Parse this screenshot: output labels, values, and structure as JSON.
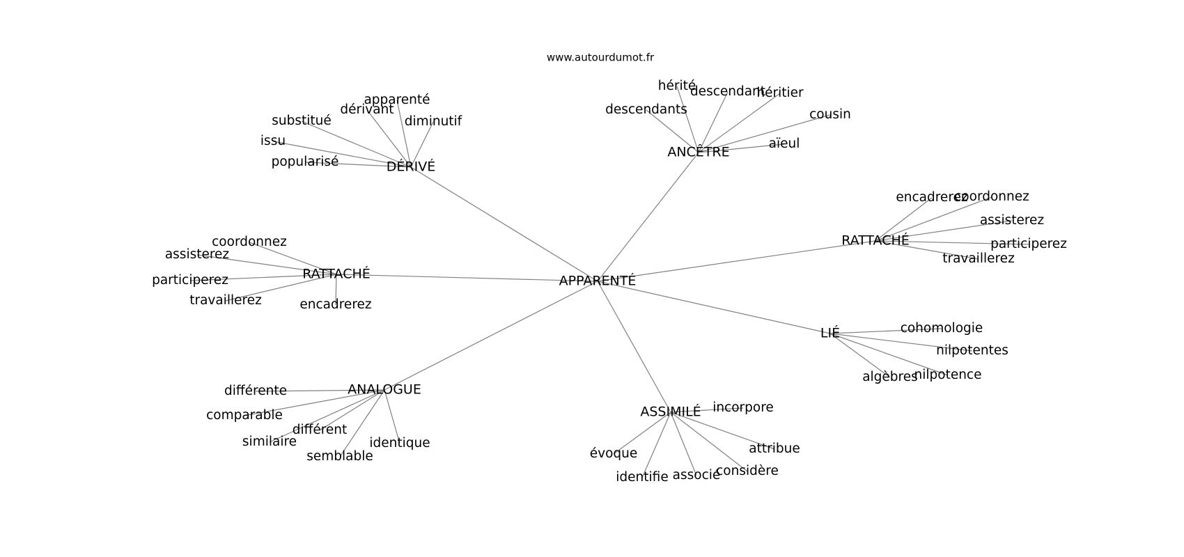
{
  "source": "www.autourdumot.fr",
  "center": "APPARENTÉ",
  "hubs": [
    {
      "label": "DÉRIVÉ",
      "leaves": [
        "apparenté",
        "dérivant",
        "substitué",
        "diminutif",
        "issu",
        "popularisé"
      ]
    },
    {
      "label": "ANCÊTRE",
      "leaves": [
        "hérité",
        "descendant",
        "héritier",
        "descendants",
        "cousin",
        "aïeul"
      ]
    },
    {
      "label": "RATTACHÉ",
      "leaves": [
        "coordonnez",
        "assisterez",
        "participerez",
        "travaillerez",
        "encadrerez"
      ]
    },
    {
      "label": "RATTACHÉ",
      "leaves": [
        "encadrerez",
        "coordonnez",
        "assisterez",
        "participerez",
        "travaillerez"
      ]
    },
    {
      "label": "LIÉ",
      "leaves": [
        "cohomologie",
        "nilpotentes",
        "algèbres",
        "nilpotence"
      ]
    },
    {
      "label": "ANALOGUE",
      "leaves": [
        "différente",
        "comparable",
        "différent",
        "similaire",
        "identique",
        "semblable"
      ]
    },
    {
      "label": "ASSIMILÉ",
      "leaves": [
        "incorpore",
        "attribue",
        "évoque",
        "considère",
        "identifie",
        "associé"
      ]
    }
  ]
}
